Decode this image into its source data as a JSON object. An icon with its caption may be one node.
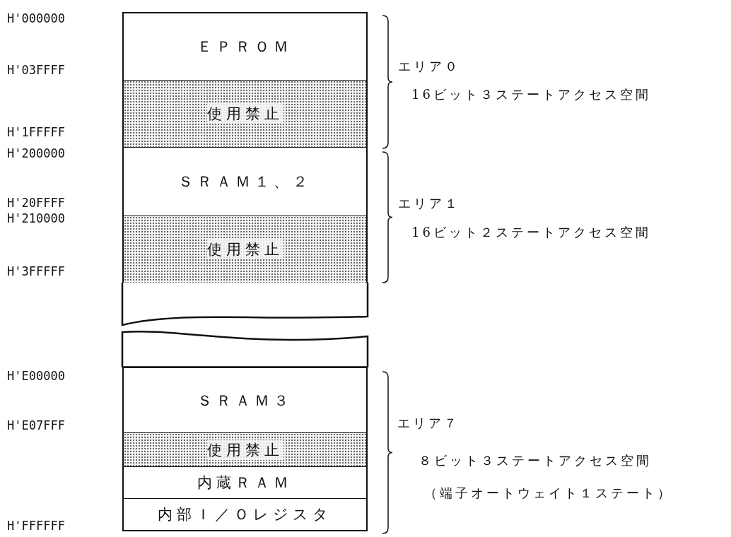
{
  "diagram": {
    "nodes": [
      {
        "text": [
          "ＥＰＲＯＭ"
        ]
      },
      {
        "text": [
          "使用禁止"
        ]
      },
      {
        "text": [
          "ＳＲＡＭ１、２"
        ]
      },
      {
        "text": [
          "使用禁止"
        ]
      },
      {
        "text": [],
        "shape": "box"
      },
      {
        "text": [],
        "shape": "box"
      },
      {
        "text": [
          "ＳＲＡＭ３"
        ]
      },
      {
        "text": [
          "使用禁止"
        ]
      },
      {
        "text": [
          "内蔵ＲＡＭ"
        ]
      },
      {
        "text": [
          "内部Ｉ／Ｏレジスタ"
        ]
      }
    ],
    "labels": [
      "H'000000",
      "H'03FFFF",
      "H'1FFFFF",
      "H'200000",
      "H'20FFFF",
      "H'210000",
      "H'3FFFFF",
      "H'E00000",
      "H'E07FFF",
      "H'FFFFFF",
      "エリア０",
      "16ビット３ステートアクセス空間",
      "エリア１",
      "16ビット２ステートアクセス空間",
      "エリア７",
      "８ビット３ステートアクセス空間",
      "（端子オートウェイト１ステート）"
    ]
  }
}
